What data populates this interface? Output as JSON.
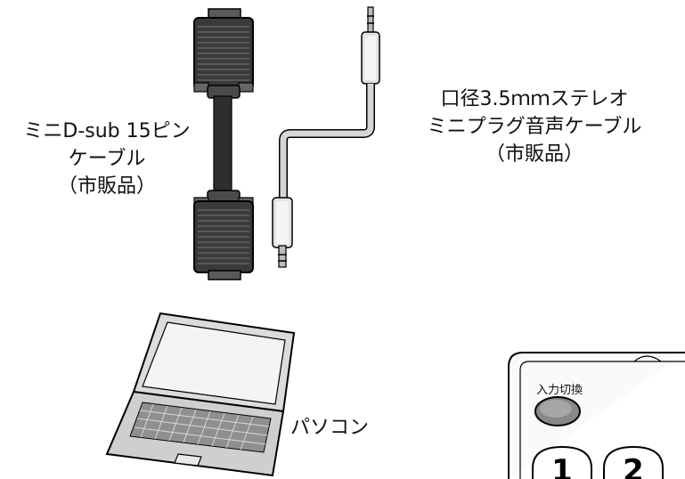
{
  "labels": {
    "vga_cable": [
      "ミニD-sub 15ピン",
      "ケーブル",
      "（市販品）"
    ],
    "audio_cable": [
      "口径3.5ｍｍステレオ",
      "ミニプラグ音声ケーブル",
      "（市販品）"
    ],
    "pc": "パソコン"
  },
  "remote": {
    "input_switch_label": "入力切換",
    "buttons": [
      "1",
      "2"
    ]
  }
}
